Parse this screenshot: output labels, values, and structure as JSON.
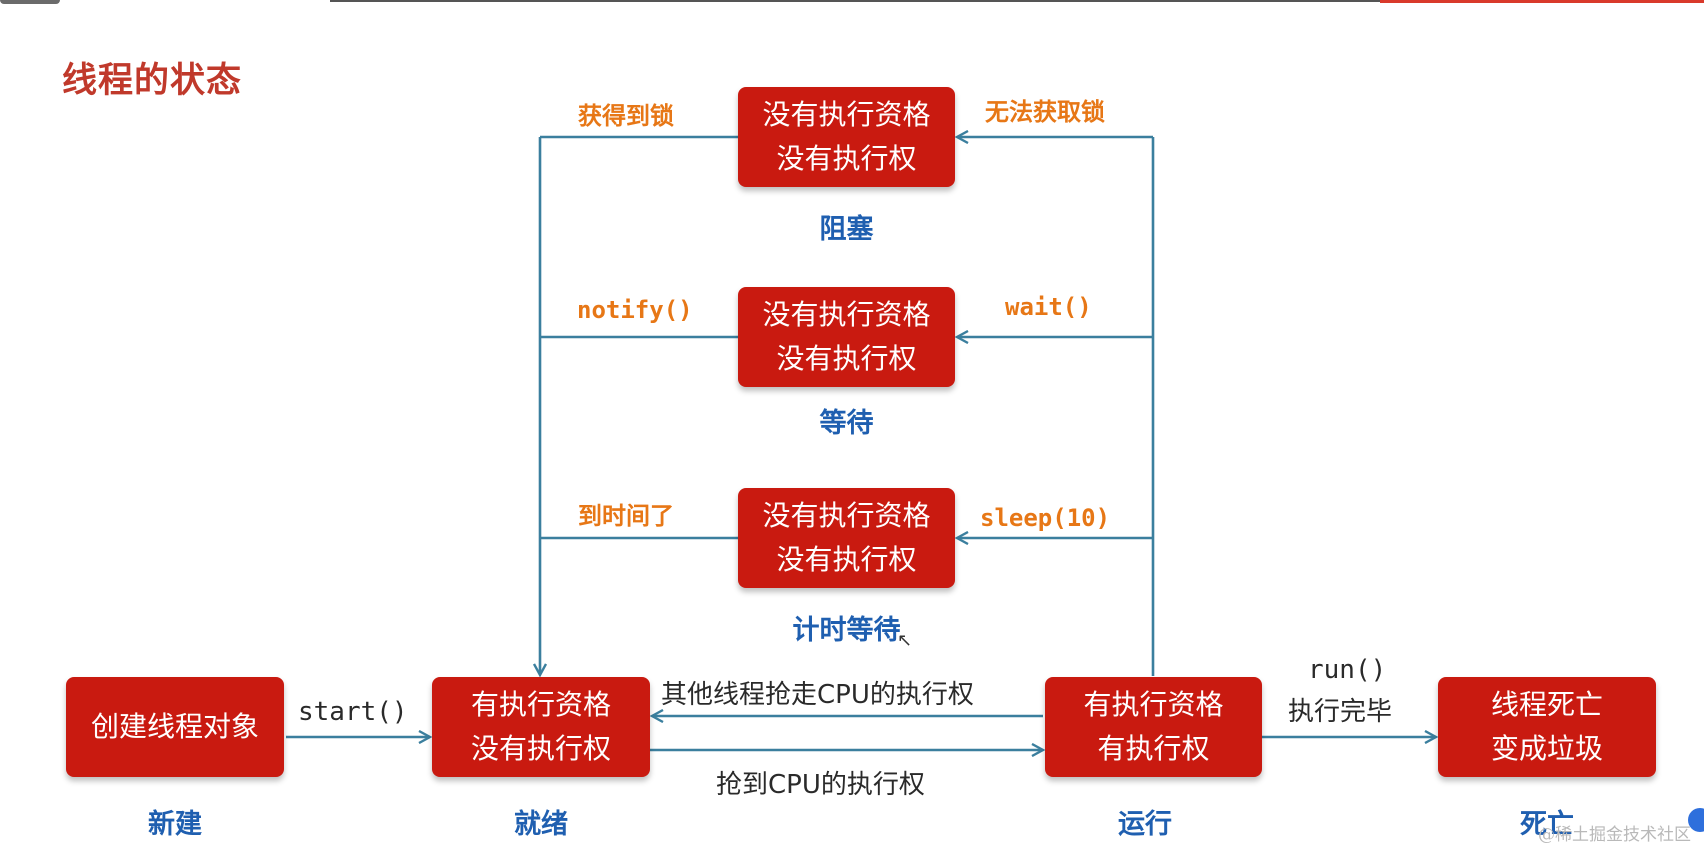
{
  "title": "线程的状态",
  "boxes": {
    "blocked": {
      "line1": "没有执行资格",
      "line2": "没有执行权",
      "state": "阻塞"
    },
    "waiting": {
      "line1": "没有执行资格",
      "line2": "没有执行权",
      "state": "等待"
    },
    "timed_waiting": {
      "line1": "没有执行资格",
      "line2": "没有执行权",
      "state": "计时等待"
    },
    "new": {
      "line1": "创建线程对象",
      "state": "新建"
    },
    "runnable": {
      "line1": "有执行资格",
      "line2": "没有执行权",
      "state": "就绪"
    },
    "running": {
      "line1": "有执行资格",
      "line2": "有执行权",
      "state": "运行"
    },
    "dead": {
      "line1": "线程死亡",
      "line2": "变成垃圾",
      "state": "死亡"
    }
  },
  "transitions": {
    "acquire_lock": "获得到锁",
    "cannot_acquire_lock": "无法获取锁",
    "notify": "notify()",
    "wait": "wait()",
    "time_up": "到时间了",
    "sleep": "sleep(10)",
    "start": "start()",
    "cpu_taken": "其他线程抢走CPU的执行权",
    "cpu_grabbed": "抢到CPU的执行权",
    "run_line1": "run()",
    "run_line2": "执行完毕"
  },
  "watermark": "@稀土掘金技术社区",
  "colors": {
    "box": "#c91a10",
    "title": "#c0392b",
    "state_label": "#1f5fb0",
    "transition_label": "#e77716",
    "line": "#3b7f9e"
  }
}
